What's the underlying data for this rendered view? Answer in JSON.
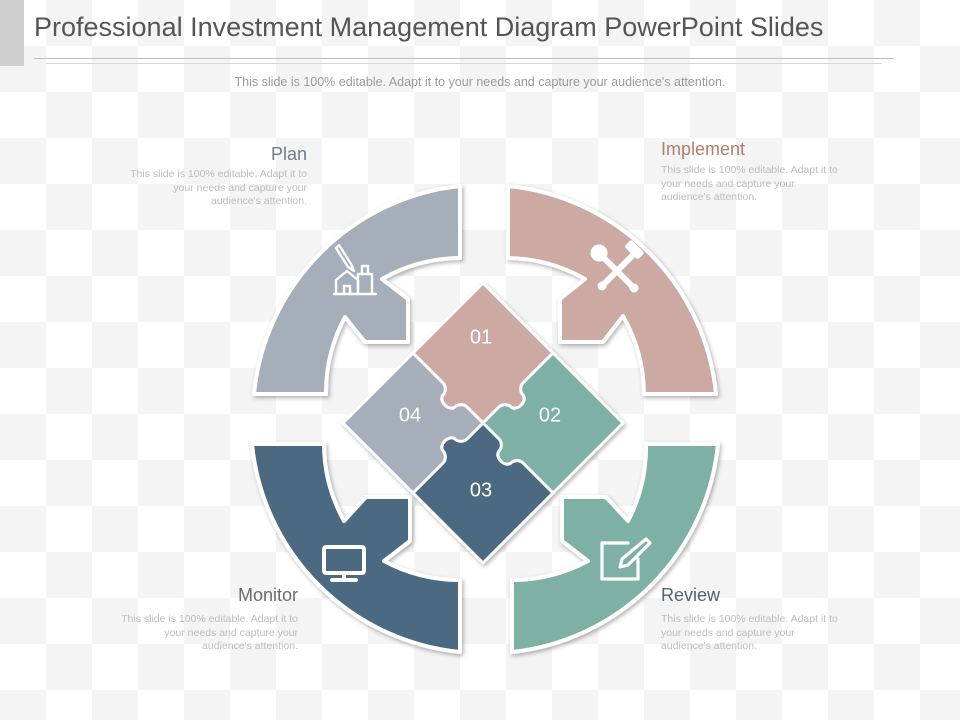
{
  "header": {
    "title": "Professional Investment Management Diagram PowerPoint Slides",
    "subtitle": "This slide is 100% editable. Adapt it to your needs and capture your audience's attention."
  },
  "steps": [
    {
      "label": "Plan",
      "description": "This slide is 100% editable. Adapt it to your needs and capture your audience's attention.",
      "color": "#a6aeb9",
      "icon": "house-drawing-icon"
    },
    {
      "label": "Implement",
      "description": "This slide is 100% editable. Adapt it to your needs and capture your audience's attention.",
      "color": "#cca9a2",
      "icon": "tools-icon"
    },
    {
      "label": "Monitor",
      "description": "This slide is 100% editable. Adapt it to your needs and capture your audience's attention.",
      "color": "#4b6b81",
      "icon": "monitor-icon"
    },
    {
      "label": "Review",
      "description": "This slide is 100% editable. Adapt it to your needs and capture your audience's attention.",
      "color": "#7eb0a6",
      "icon": "edit-document-icon"
    }
  ],
  "puzzle": [
    "01",
    "02",
    "03",
    "04"
  ],
  "colors": {
    "plan_label": "#6e7b8b",
    "implement_label": "#b07d70",
    "monitor_label": "#6c6c6c",
    "review_label": "#4f6474"
  }
}
